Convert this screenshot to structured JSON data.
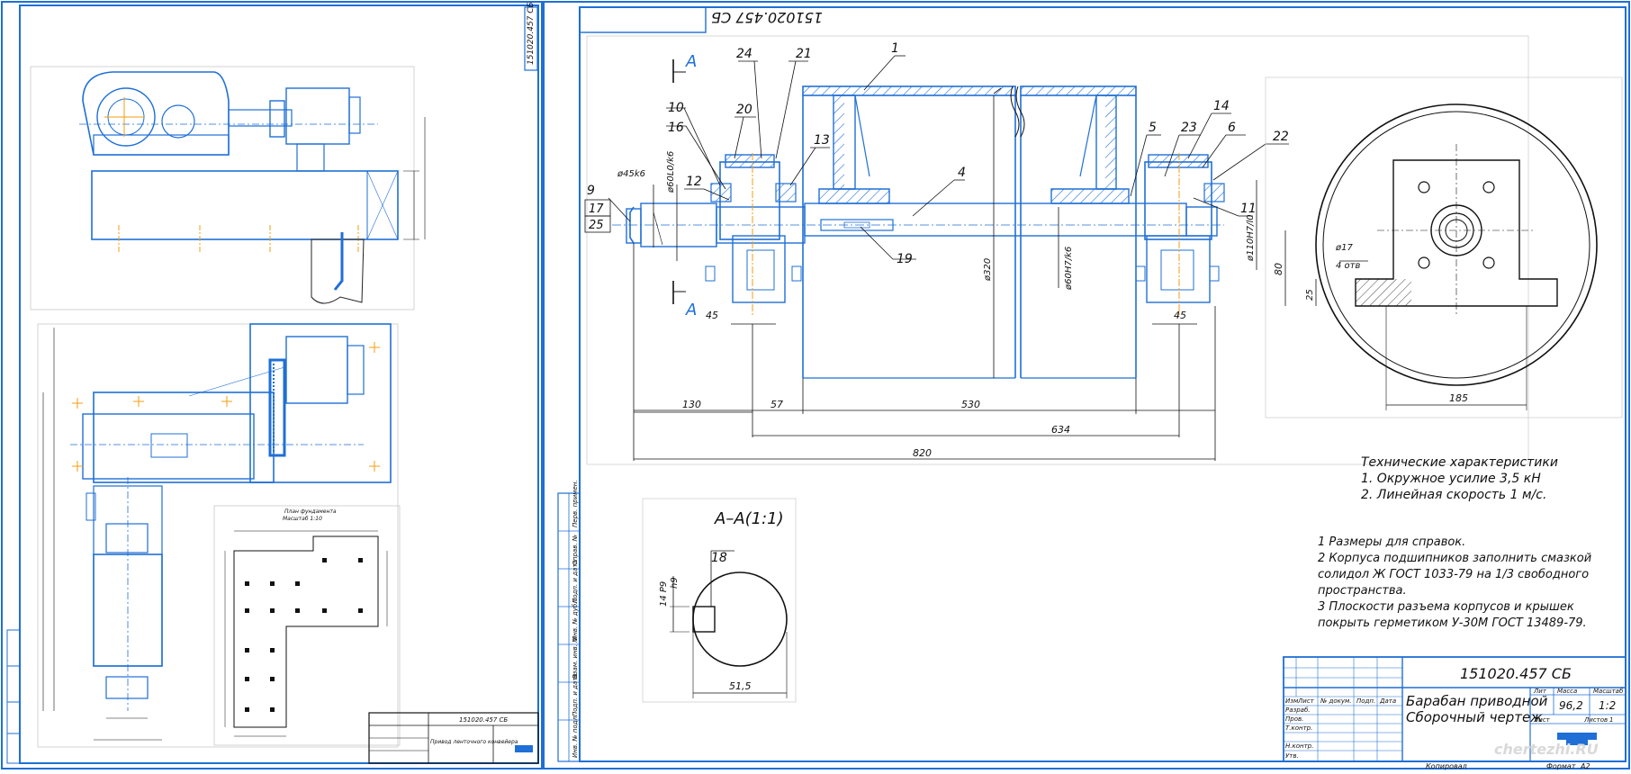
{
  "sheet_left": {
    "stamp_code_rotated": "151020.457 СБ",
    "title_block": {
      "code": "151020.457 СБ",
      "name": "Привод ленточного конвейера"
    },
    "plan_title": "План фундамента",
    "plan_scale": "Масштаб 1:10"
  },
  "sheet_right": {
    "stamp_code_rotated": "151020.457 СБ",
    "section_label": "А",
    "section_view_title": "А–А(1:1)",
    "callouts": [
      "1",
      "24",
      "21",
      "10",
      "16",
      "20",
      "13",
      "12",
      "9",
      "17",
      "25",
      "4",
      "19",
      "5",
      "23",
      "14",
      "6",
      "22",
      "11",
      "18"
    ],
    "dims": {
      "d45": "ø45k6",
      "d60": "ø60L0/k6",
      "d320": "ø320",
      "d60h": "ø60H7/k6",
      "d110": "ø110H7/l0",
      "w45a": "45",
      "w45b": "45",
      "l130": "130",
      "l57": "57",
      "l530": "530",
      "l634": "634",
      "l820": "820",
      "h80": "80",
      "h25": "25",
      "w185": "185",
      "d17": "ø17",
      "holes": "4 отв",
      "key_p9": "14 P9",
      "key_h9": "h9",
      "w515": "51,5"
    },
    "tech_chars": {
      "title": "Технические характеристики",
      "line1": "1. Окружное усилие 3,5 кН",
      "line2": "2. Линейная скорость 1 м/с."
    },
    "notes": [
      "1 Размеры для справок.",
      "2 Корпуса подшипников заполнить смазкой",
      "солидол Ж ГОСТ 1033-79 на 1/3 свободного",
      "пространства.",
      "3 Плоскости разъема корпусов и крышек",
      "покрыть герметиком У-30М ГОСТ 13489-79."
    ],
    "title_block": {
      "code": "151020.457 СБ",
      "name_line1": "Барабан приводной",
      "name_line2": "Сборочный чертеж",
      "head_lit": "Лит",
      "head_mass": "Масса",
      "head_scale": "Масштаб",
      "mass": "96,2",
      "scale": "1:2",
      "sheet": "Лист",
      "sheets": "Листов",
      "sheets_n": "1",
      "rows": [
        "Изм",
        "Разраб.",
        "Пров.",
        "Т.контр.",
        "Н.контр.",
        "Утв."
      ],
      "head_cols": [
        "Лист",
        "№ докум.",
        "Подп.",
        "Дата"
      ],
      "copied": "Копировал",
      "format": "Формат",
      "format_val": "А2"
    },
    "watermark": "chertezhi.RU",
    "side_labels": [
      "Перв. примен.",
      "Справ. №",
      "Подп. и дата",
      "Инв. № дубл.",
      "Взам. инв. №",
      "Подп. и дата",
      "Инв. № подл."
    ]
  }
}
